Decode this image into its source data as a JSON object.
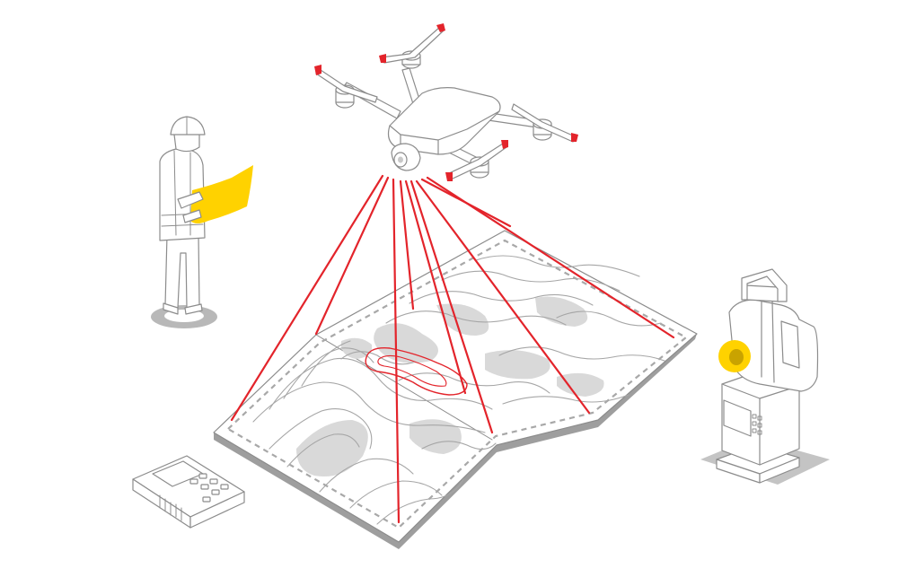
{
  "scene": {
    "elements": [
      "surveyor",
      "drone",
      "topographic-map",
      "total-station",
      "laser-distance-meter"
    ]
  },
  "colors": {
    "laser": "#e3242b",
    "accent": "#ffd200",
    "outline": "#8c8c8c",
    "terrain": "#d9d9d9",
    "background": "#ffffff"
  }
}
